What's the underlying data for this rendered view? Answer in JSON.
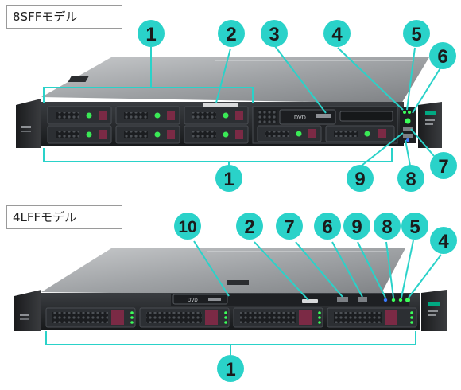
{
  "models": [
    {
      "label": "8SFFモデル",
      "callouts": [
        {
          "id": "c1-top",
          "number": "1"
        },
        {
          "id": "c2",
          "number": "2"
        },
        {
          "id": "c3",
          "number": "3"
        },
        {
          "id": "c4",
          "number": "4"
        },
        {
          "id": "c5",
          "number": "5"
        },
        {
          "id": "c6",
          "number": "6"
        },
        {
          "id": "c7",
          "number": "7"
        },
        {
          "id": "c8",
          "number": "8"
        },
        {
          "id": "c9",
          "number": "9"
        },
        {
          "id": "c1-bottom",
          "number": "1"
        }
      ]
    },
    {
      "label": "4LFFモデル",
      "callouts": [
        {
          "id": "c10",
          "number": "10"
        },
        {
          "id": "c2",
          "number": "2"
        },
        {
          "id": "c7",
          "number": "7"
        },
        {
          "id": "c6",
          "number": "6"
        },
        {
          "id": "c9",
          "number": "9"
        },
        {
          "id": "c8",
          "number": "8"
        },
        {
          "id": "c5",
          "number": "5"
        },
        {
          "id": "c4",
          "number": "4"
        },
        {
          "id": "c1",
          "number": "1"
        }
      ]
    }
  ],
  "odd_label": "DVD",
  "colors": {
    "callout_fill": "#2ad2c9",
    "callout_text": "#1b1b1b",
    "bezel_green": "#01a982",
    "drive_latch": "#7b2a45",
    "led_green": "#3cff5a",
    "led_blue": "#3a7bff"
  }
}
